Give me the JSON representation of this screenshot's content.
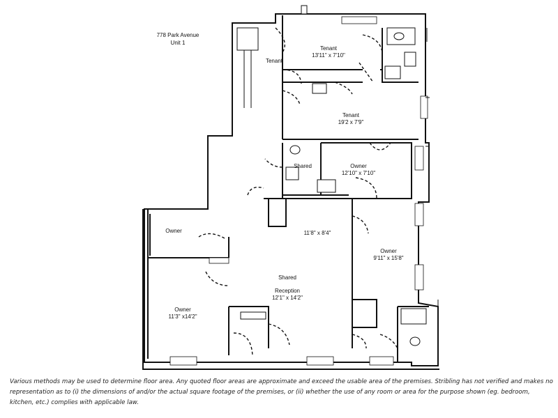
{
  "header": {
    "address": "778 Park Avenue",
    "unit": "Unit 1"
  },
  "rooms": {
    "tenant_hall": {
      "name": "Tenant"
    },
    "tenant_bedroom": {
      "name": "Tenant",
      "dims": "13'11\" x 7'10\""
    },
    "tenant_room": {
      "name": "Tenant",
      "dims": "19'2 x 7'9\""
    },
    "shared_bath": {
      "name": "Shared"
    },
    "owner_room_top": {
      "name": "Owner",
      "dims": "12'10\" x  7'10\""
    },
    "hall": {
      "dims": "11'8\" x 8'4\""
    },
    "owner_right": {
      "name": "Owner",
      "dims": "9'11\" x 15'8\""
    },
    "owner_small": {
      "name": "Owner"
    },
    "reception": {
      "name": "Shared",
      "subname": "Reception",
      "dims": "12'1\" x 14'2\""
    },
    "owner_left": {
      "name": "Owner",
      "dims": "11'3\" x14'2\""
    }
  },
  "disclaimer": "Various methods may be used to determine floor area. Any quoted floor areas are approximate and exceed the usable area of the premises. Stribling has not verified and makes no representation as to (i) the dimensions of and/or the actual square footage of the premises, or (ii) whether the use of any room or area for the purpose shown (eg. bedroom, kitchen, etc.) complies with applicable law."
}
